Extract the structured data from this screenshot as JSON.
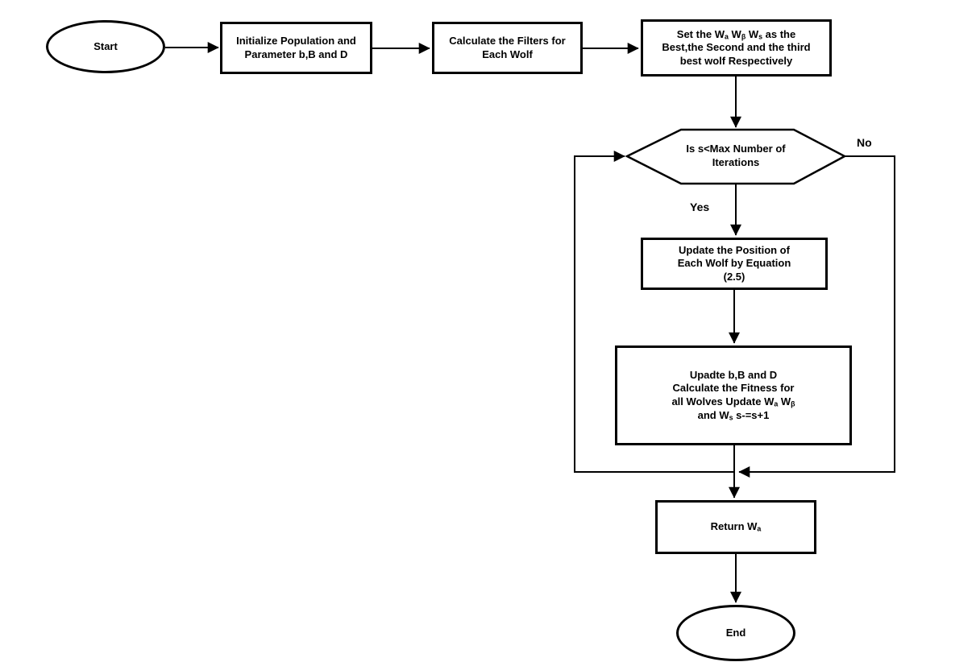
{
  "colors": {
    "background": "#ffffff",
    "line": "#000000",
    "text": "#000000"
  },
  "nodes": {
    "start": {
      "type": "terminal",
      "lines": [
        [
          {
            "t": "Start"
          }
        ]
      ]
    },
    "init_population": {
      "type": "process",
      "lines": [
        [
          {
            "t": "Initialize Population and"
          }
        ],
        [
          {
            "t": "Parameter b,B and D"
          }
        ]
      ]
    },
    "calculate_filters": {
      "type": "process",
      "lines": [
        [
          {
            "t": "Calculate the Filters for"
          }
        ],
        [
          {
            "t": "Each Wolf"
          }
        ]
      ]
    },
    "set_wolves": {
      "type": "process",
      "lines": [
        [
          {
            "t": "Set the W"
          },
          {
            "t": "a",
            "sub": true
          },
          {
            "t": " W"
          },
          {
            "t": "β",
            "sub": true
          },
          {
            "t": " W"
          },
          {
            "t": "s",
            "sub": true
          },
          {
            "t": " as the"
          }
        ],
        [
          {
            "t": "Best,the Second and the third"
          }
        ],
        [
          {
            "t": "best wolf Respectively"
          }
        ]
      ]
    },
    "iteration_check": {
      "type": "decision",
      "lines": [
        [
          {
            "t": "Is s<Max Number of"
          }
        ],
        [
          {
            "t": "Iterations"
          }
        ]
      ]
    },
    "update_position": {
      "type": "process",
      "lines": [
        [
          {
            "t": "Update the Position of"
          }
        ],
        [
          {
            "t": "Each Wolf by Equation"
          }
        ],
        [
          {
            "t": "(2.5)"
          }
        ]
      ]
    },
    "update_params": {
      "type": "process",
      "lines": [
        [
          {
            "t": "Upadte b,B and D"
          }
        ],
        [
          {
            "t": "Calculate the Fitness for"
          }
        ],
        [
          {
            "t": "all Wolves Update W"
          },
          {
            "t": "a",
            "sub": true
          },
          {
            "t": " W"
          },
          {
            "t": "β",
            "sub": true
          }
        ],
        [
          {
            "t": "and W"
          },
          {
            "t": "s",
            "sub": true
          },
          {
            "t": " s-=s+1"
          }
        ]
      ]
    },
    "return_wa": {
      "type": "process",
      "lines": [
        [
          {
            "t": "Return W"
          },
          {
            "t": "a",
            "sub": true
          }
        ]
      ]
    },
    "end": {
      "type": "terminal",
      "lines": [
        [
          {
            "t": "End"
          }
        ]
      ]
    }
  },
  "edge_labels": {
    "yes": "Yes",
    "no": "No"
  }
}
